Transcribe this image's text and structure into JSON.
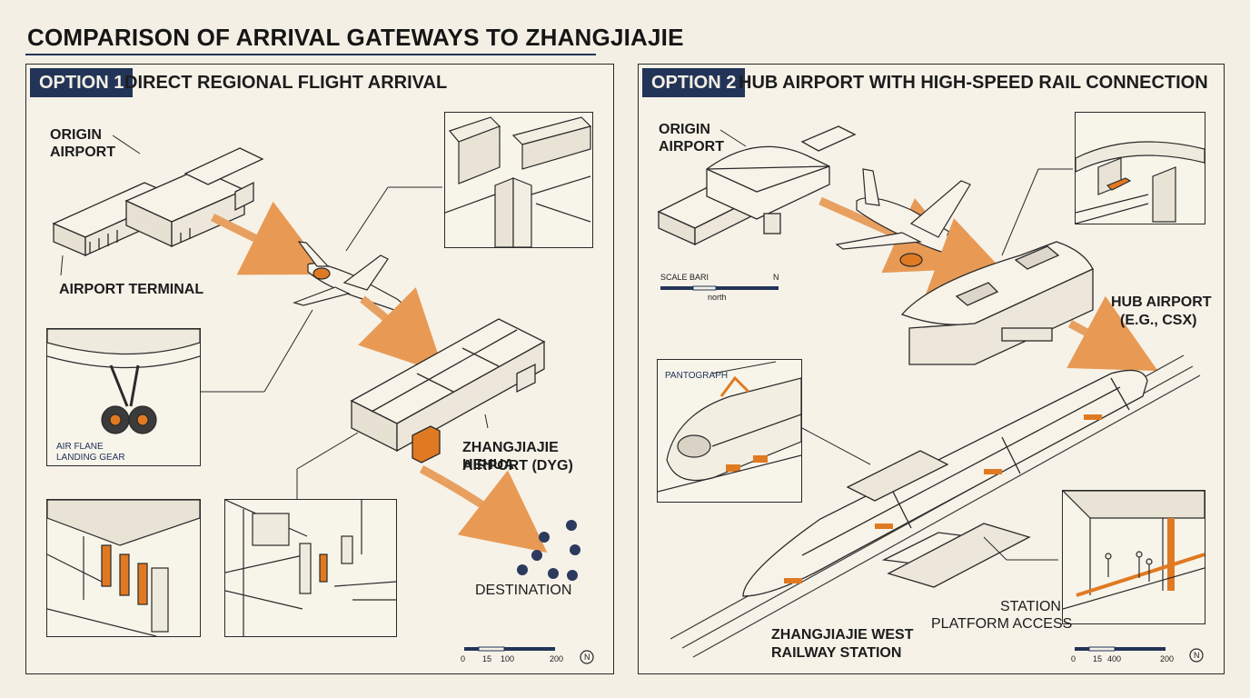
{
  "title": "COMPARISON OF ARRIVAL GATEWAYS TO ZHANGJIAJIE",
  "colors": {
    "navy": "#223458",
    "orange": "#e8a060",
    "accent_orange": "#e07a22",
    "ink": "#2a2a2a",
    "paper": "#f6f2e8"
  },
  "option1": {
    "badge": "OPTION 1",
    "heading": "DIRECT REGIONAL FLIGHT ARRIVAL",
    "labels": {
      "origin_airport": [
        "ORIGIN",
        "AIRPORT"
      ],
      "airport_terminal": "AIRPORT TERMINAL",
      "landing_gear": [
        "AIR FLANE",
        "LANDING GEAR"
      ],
      "arrival_airport": [
        "ZHANGJIAJIE HEHUA",
        "AIRPORT (DYG)"
      ],
      "destination": "DESTINATION"
    },
    "scale": {
      "ticks": [
        "0",
        "15",
        "100",
        "200"
      ],
      "north": "N"
    }
  },
  "option2": {
    "badge": "OPTION 2",
    "heading": "HUB AIRPORT WITH HIGH-SPEED RAIL CONNECTION",
    "labels": {
      "origin_airport": [
        "ORIGIN",
        "AIRPORT"
      ],
      "scale_bar": "SCALE BARI",
      "scale_north": "N",
      "scale_sub": "north",
      "hub_airport": [
        "HUB AIRPORT",
        "(E.G., CSX)"
      ],
      "pantograph": "PANTOGRAPH",
      "station": [
        "ZHANGJIAJIE WEST",
        "RAILWAY STATION"
      ],
      "platform": [
        "STATION",
        "PLATFORM ACCESS"
      ]
    },
    "scale": {
      "ticks": [
        "0",
        "15",
        "400",
        "200"
      ],
      "north": "N"
    }
  }
}
